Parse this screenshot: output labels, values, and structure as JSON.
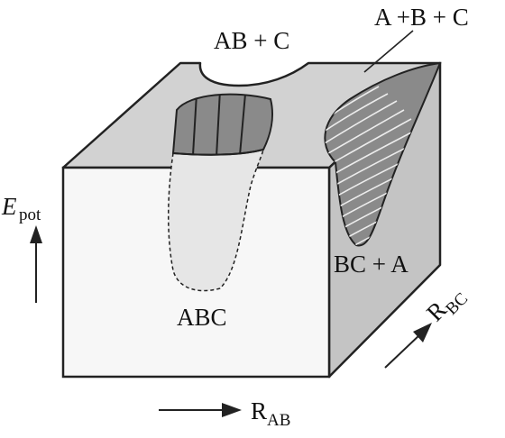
{
  "labels": {
    "ab_c": "AB + C",
    "a_b_c": "A +B + C",
    "bc_a": "BC + A",
    "abc": "ABC",
    "epot_main": "E",
    "epot_sub": "pot",
    "rab_main": "R",
    "rab_sub": "AB",
    "rbc_main": "R",
    "rbc_sub": "BC"
  },
  "colors": {
    "top_face": "#d2d2d2",
    "front_face": "#f7f7f7",
    "right_face": "#c4c4c4",
    "well_dark": "#8a8a8a",
    "well_light": "#e6e6e6",
    "line": "#222222"
  }
}
